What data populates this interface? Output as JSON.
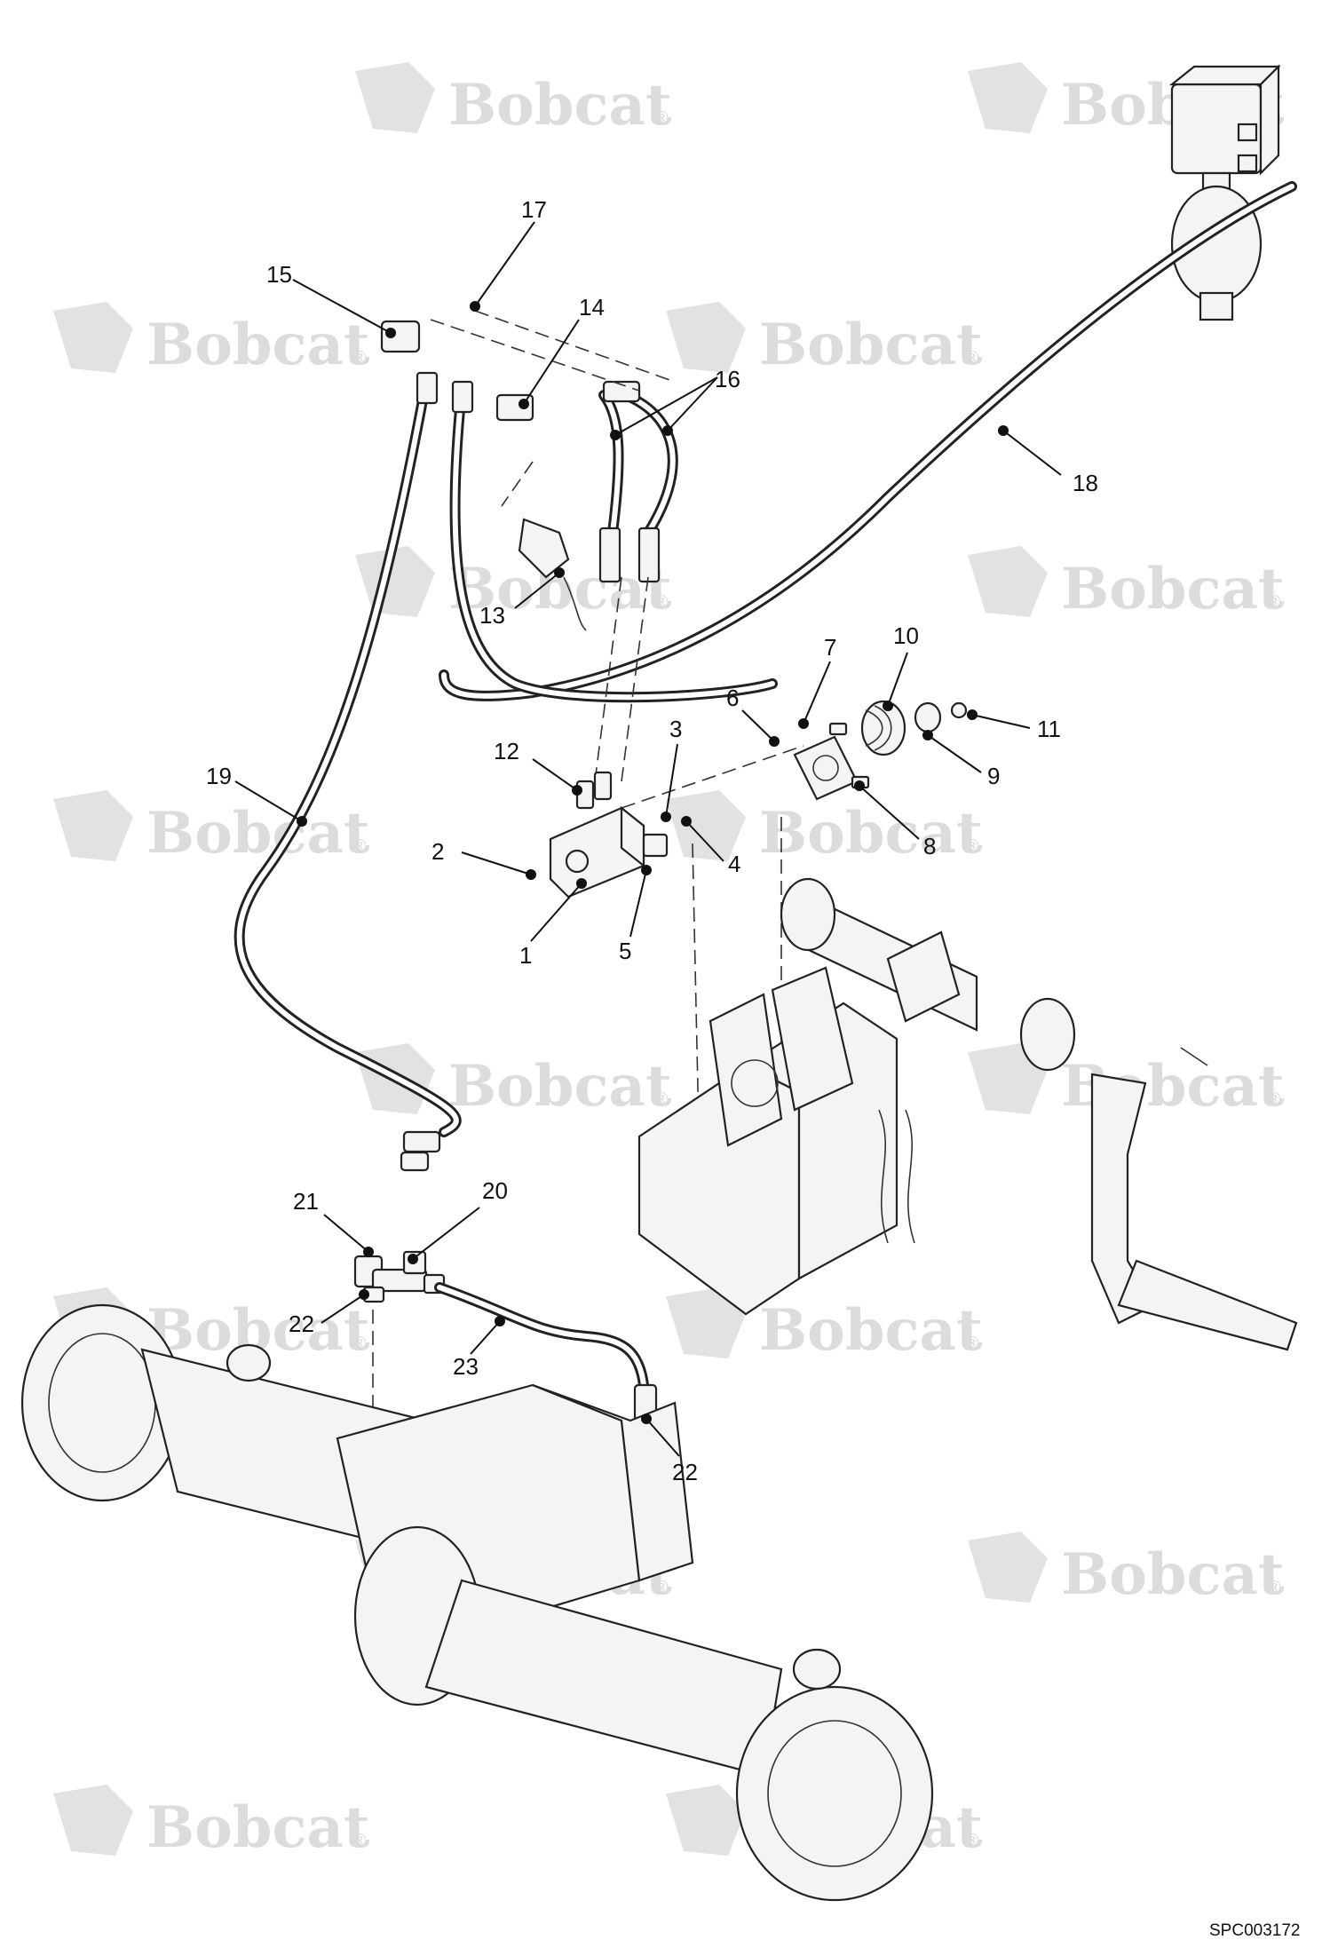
{
  "watermark": {
    "brand": "Bobcat",
    "registered": "®",
    "color": "#dcdcdc"
  },
  "drawing_code": "SPC003172",
  "callouts": [
    {
      "id": "c1",
      "label": "1"
    },
    {
      "id": "c2",
      "label": "2"
    },
    {
      "id": "c3",
      "label": "3"
    },
    {
      "id": "c4",
      "label": "4"
    },
    {
      "id": "c5",
      "label": "5"
    },
    {
      "id": "c6",
      "label": "6"
    },
    {
      "id": "c7",
      "label": "7"
    },
    {
      "id": "c8",
      "label": "8"
    },
    {
      "id": "c9",
      "label": "9"
    },
    {
      "id": "c10",
      "label": "10"
    },
    {
      "id": "c11",
      "label": "11"
    },
    {
      "id": "c12",
      "label": "12"
    },
    {
      "id": "c13",
      "label": "13"
    },
    {
      "id": "c14",
      "label": "14"
    },
    {
      "id": "c15",
      "label": "15"
    },
    {
      "id": "c16",
      "label": "16"
    },
    {
      "id": "c17",
      "label": "17"
    },
    {
      "id": "c18",
      "label": "18"
    },
    {
      "id": "c19",
      "label": "19"
    },
    {
      "id": "c20",
      "label": "20"
    },
    {
      "id": "c21",
      "label": "21"
    },
    {
      "id": "c22a",
      "label": "22"
    },
    {
      "id": "c22b",
      "label": "22"
    },
    {
      "id": "c23",
      "label": "23"
    }
  ]
}
